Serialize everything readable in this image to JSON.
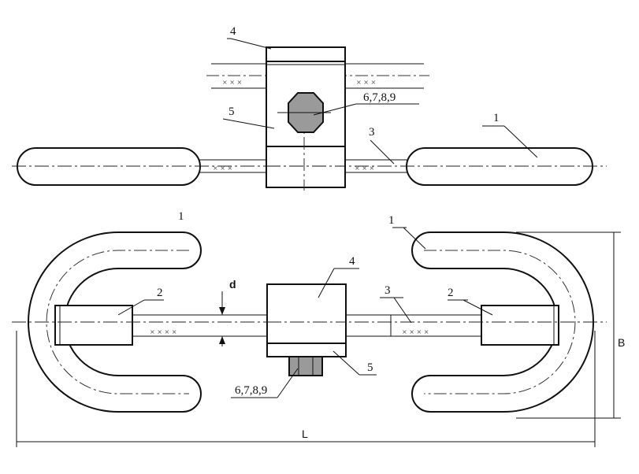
{
  "labels": {
    "top": {
      "clamp_top": "4",
      "bolt_set": "6,7,8,9",
      "clamp_body": "5",
      "cable": "3",
      "weight": "1"
    },
    "bottom": {
      "weight_left": "1",
      "weight_right": "1",
      "clamp_top": "4",
      "sleeve_left": "2",
      "cable": "3",
      "sleeve_right": "2",
      "diameter": "d",
      "clamp_body": "5",
      "bolt_set": "6,7,8,9",
      "height": "B",
      "length": "L"
    }
  }
}
